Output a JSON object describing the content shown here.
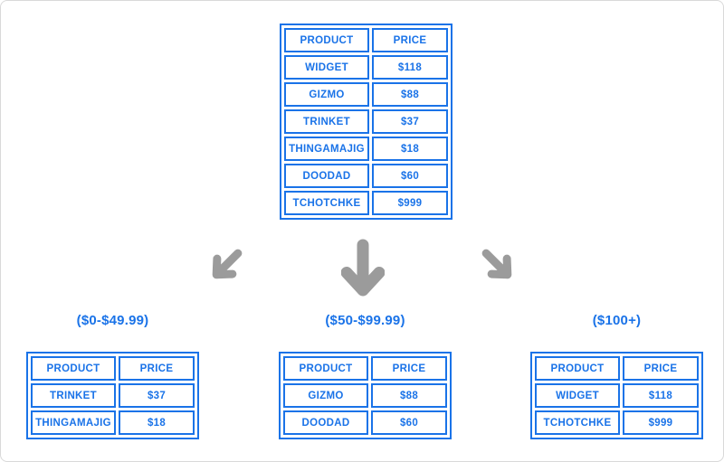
{
  "colors": {
    "accent": "#1a73e8",
    "arrow": "#9b9b9b",
    "border": "#d9d9d9",
    "bg": "#ffffff"
  },
  "main_table": {
    "headers": [
      "PRODUCT",
      "PRICE"
    ],
    "rows": [
      [
        "WIDGET",
        "$118"
      ],
      [
        "GIZMO",
        "$88"
      ],
      [
        "TRINKET",
        "$37"
      ],
      [
        "THINGAMAJIG",
        "$18"
      ],
      [
        "DOODAD",
        "$60"
      ],
      [
        "TCHOTCHKE",
        "$999"
      ]
    ]
  },
  "arrows": [
    {
      "icon": "arrow-down-left-icon",
      "direction": "down-left"
    },
    {
      "icon": "arrow-down-icon",
      "direction": "down"
    },
    {
      "icon": "arrow-down-right-icon",
      "direction": "down-right"
    }
  ],
  "groups": [
    {
      "label": "($0-$49.99)",
      "headers": [
        "PRODUCT",
        "PRICE"
      ],
      "rows": [
        [
          "TRINKET",
          "$37"
        ],
        [
          "THINGAMAJIG",
          "$18"
        ]
      ]
    },
    {
      "label": "($50-$99.99)",
      "headers": [
        "PRODUCT",
        "PRICE"
      ],
      "rows": [
        [
          "GIZMO",
          "$88"
        ],
        [
          "DOODAD",
          "$60"
        ]
      ]
    },
    {
      "label": "($100+)",
      "headers": [
        "PRODUCT",
        "PRICE"
      ],
      "rows": [
        [
          "WIDGET",
          "$118"
        ],
        [
          "TCHOTCHKE",
          "$999"
        ]
      ]
    }
  ]
}
